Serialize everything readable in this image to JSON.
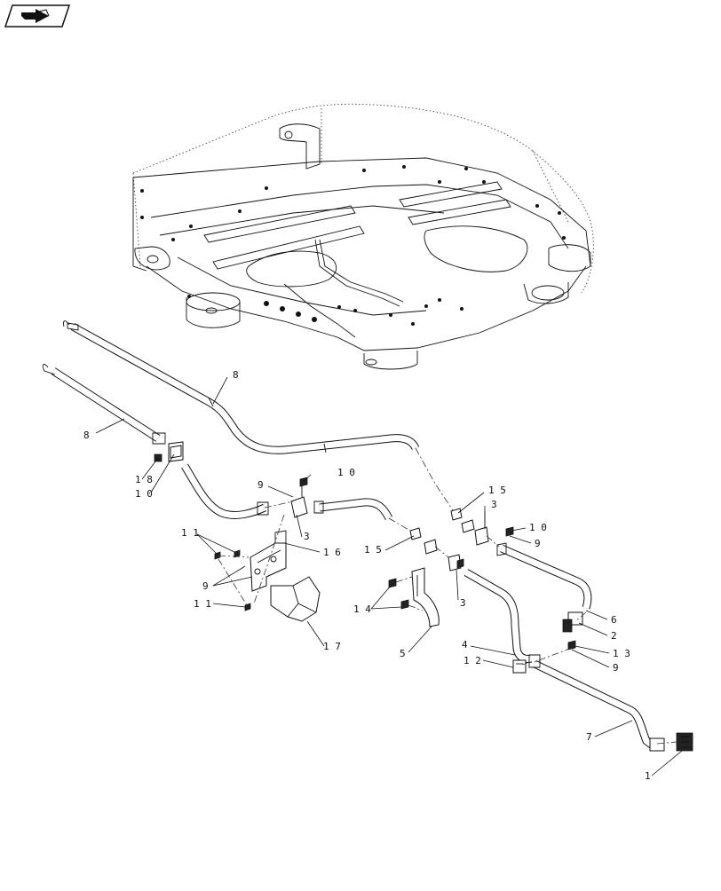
{
  "nav": {
    "icon": "page-turn-arrow-icon"
  },
  "callouts": [
    {
      "id": "c8a",
      "text": "8"
    },
    {
      "id": "c8b",
      "text": "8"
    },
    {
      "id": "c18",
      "text": "1 8"
    },
    {
      "id": "c10a",
      "text": "1 0"
    },
    {
      "id": "c10b",
      "text": "1 0"
    },
    {
      "id": "c9a",
      "text": "9"
    },
    {
      "id": "c3a",
      "text": "3"
    },
    {
      "id": "c11a",
      "text": "1 1"
    },
    {
      "id": "c16",
      "text": "1 6"
    },
    {
      "id": "c9b",
      "text": "9"
    },
    {
      "id": "c11b",
      "text": "1 1"
    },
    {
      "id": "c17",
      "text": "1 7"
    },
    {
      "id": "c15a",
      "text": "1 5"
    },
    {
      "id": "c3b",
      "text": "3"
    },
    {
      "id": "c10c",
      "text": "1 0"
    },
    {
      "id": "c9c",
      "text": "9"
    },
    {
      "id": "c15b",
      "text": "1 5"
    },
    {
      "id": "c3c",
      "text": "3"
    },
    {
      "id": "c14",
      "text": "1 4"
    },
    {
      "id": "c5",
      "text": "5"
    },
    {
      "id": "c6",
      "text": "6"
    },
    {
      "id": "c2",
      "text": "2"
    },
    {
      "id": "c4",
      "text": "4"
    },
    {
      "id": "c12",
      "text": "1 2"
    },
    {
      "id": "c13",
      "text": "1 3"
    },
    {
      "id": "c9d",
      "text": "9"
    },
    {
      "id": "c7",
      "text": "7"
    },
    {
      "id": "c1",
      "text": "1"
    }
  ]
}
